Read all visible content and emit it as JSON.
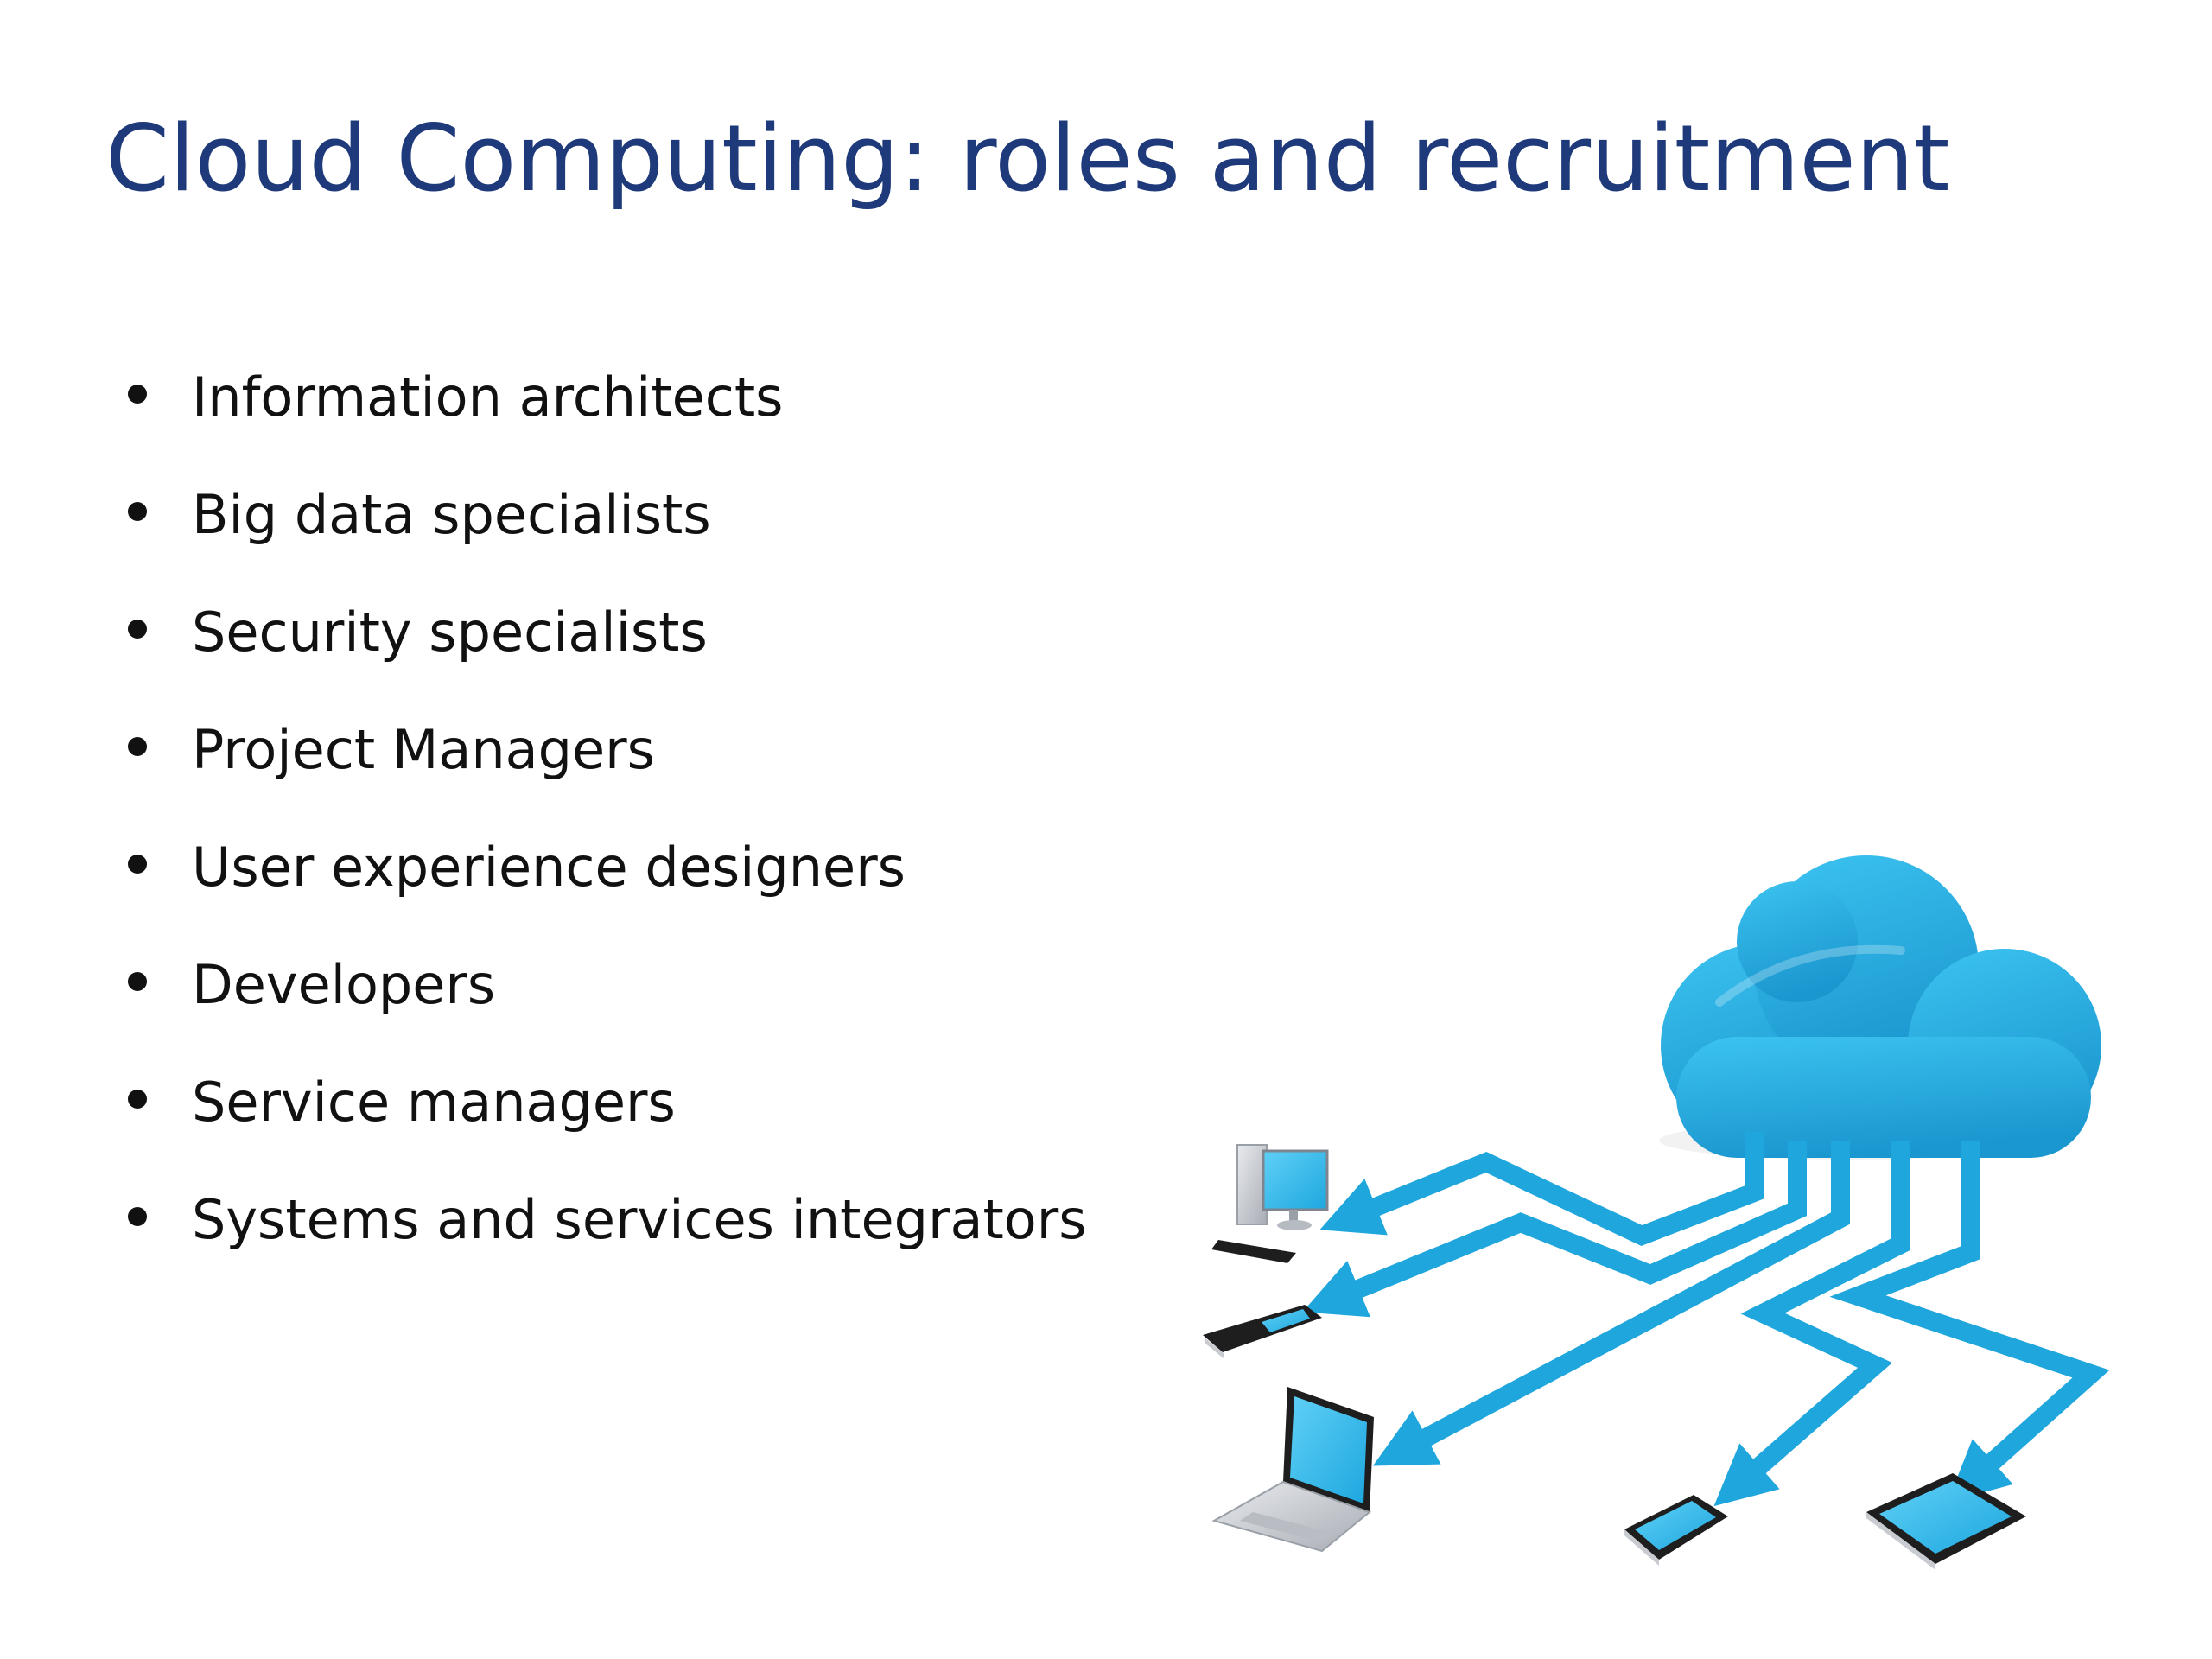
{
  "slide": {
    "title": "Cloud Computing: roles and recruitment",
    "bullets": [
      "Information architects",
      "Big data specialists",
      "Security specialists",
      "Project Managers",
      "User experience designers",
      "Developers",
      "Service managers",
      "Systems and services integrators"
    ]
  },
  "illustration": {
    "subject": "cloud-connected-devices",
    "colors": {
      "cloud": "#29aee0",
      "arrow": "#1fa6dc",
      "screen": "#3bbdf0",
      "device_body": "#1e1e1e",
      "silver": "#c8cbd0"
    }
  }
}
